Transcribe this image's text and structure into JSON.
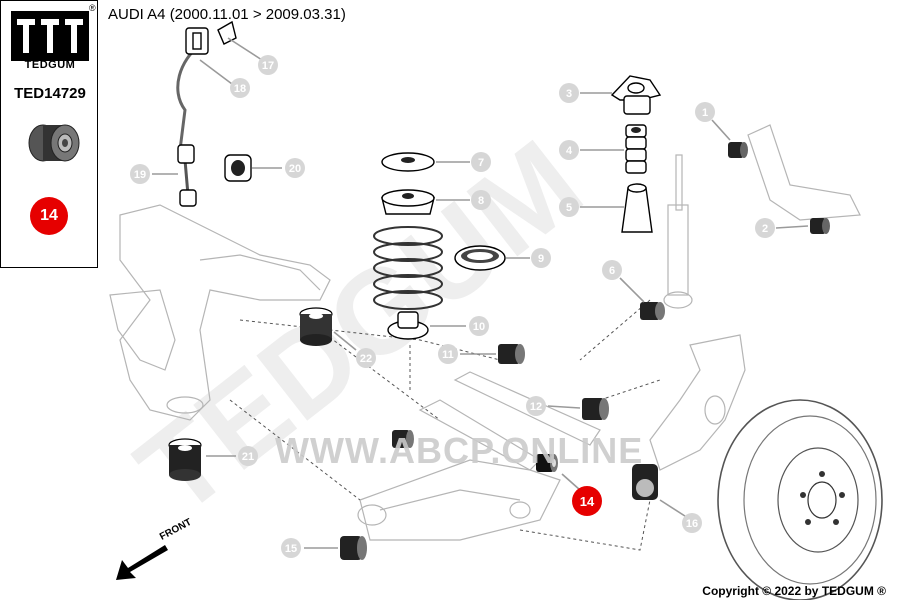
{
  "sidebar": {
    "brand": "TEDGUM",
    "registered_mark": "®",
    "part_number": "TED14729",
    "highlight_number": "14"
  },
  "header": {
    "title": "AUDI A4 (2000.11.01 > 2009.03.31)"
  },
  "diagram": {
    "watermark_url": "WWW.ABCP.ONLINE",
    "watermark_brand": "TEDGUM",
    "front_label": "FRONT",
    "highlight_callout": "14",
    "callouts": [
      {
        "id": "1"
      },
      {
        "id": "2"
      },
      {
        "id": "3"
      },
      {
        "id": "4"
      },
      {
        "id": "5"
      },
      {
        "id": "6"
      },
      {
        "id": "7"
      },
      {
        "id": "8"
      },
      {
        "id": "9"
      },
      {
        "id": "10"
      },
      {
        "id": "11"
      },
      {
        "id": "12"
      },
      {
        "id": "15"
      },
      {
        "id": "16"
      },
      {
        "id": "17"
      },
      {
        "id": "18"
      },
      {
        "id": "19"
      },
      {
        "id": "20"
      },
      {
        "id": "21"
      },
      {
        "id": "22"
      }
    ]
  },
  "footer": {
    "copyright": "Copyright © 2022 by TEDGUM ®"
  },
  "colors": {
    "highlight": "#e60000",
    "callout": "#d6d6d6",
    "watermark": "#cccccc"
  }
}
